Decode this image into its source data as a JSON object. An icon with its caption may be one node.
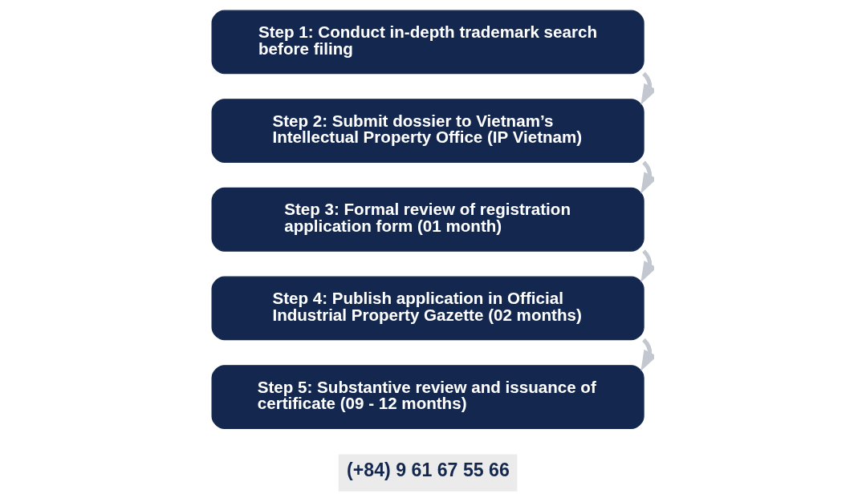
{
  "diagram": {
    "nodes": [
      {
        "text": [
          "Step 1: Conduct in-depth trademark search before filing"
        ]
      },
      {
        "text": [
          "Step 2: Submit dossier to Vietnam’s Intellectual Property Office (IP Vietnam)"
        ]
      },
      {
        "text": [
          "Step 3: Formal review of registration application form (01 month)"
        ]
      },
      {
        "text": [
          "Step 4: Publish application in Official Industrial Property Gazette (02 months)"
        ]
      },
      {
        "text": [
          "Step 5: Substantive review and issuance of certificate (09 - 12 months)"
        ]
      }
    ],
    "edges": [
      {
        "from": 0,
        "to": 1,
        "arrow": "to"
      },
      {
        "from": 1,
        "to": 2,
        "arrow": "to"
      },
      {
        "from": 2,
        "to": 3,
        "arrow": "to"
      },
      {
        "from": 3,
        "to": 4,
        "arrow": "to"
      }
    ],
    "labels": [
      "(+84) 9 61 67 55 66"
    ]
  }
}
